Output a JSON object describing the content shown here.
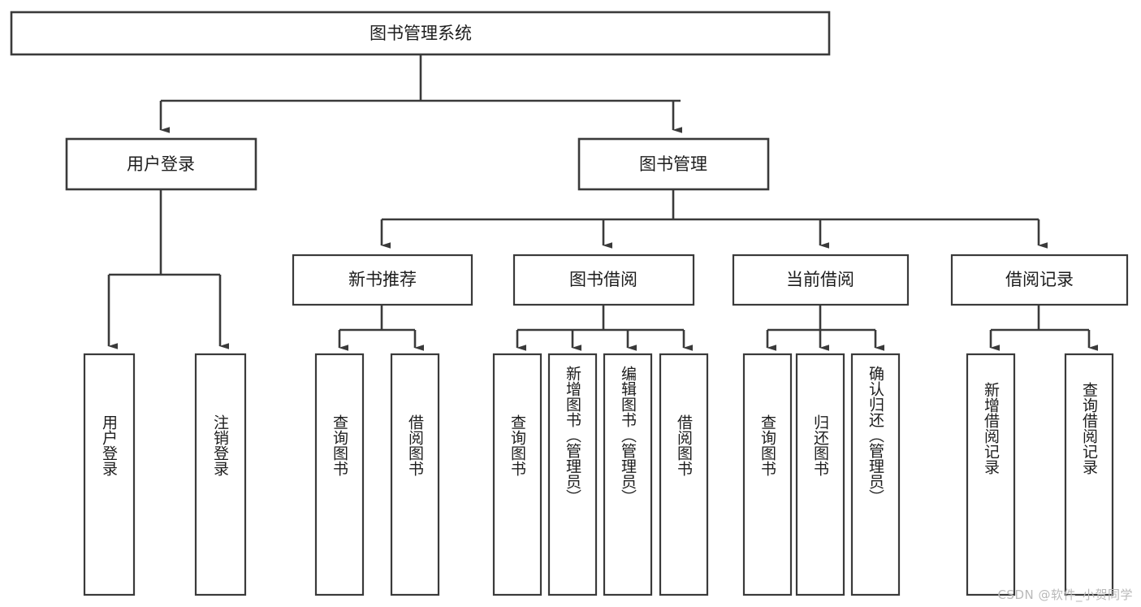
{
  "diagram": {
    "title": "图书管理系统",
    "type": "tree",
    "orientation": "top-down",
    "colors": {
      "box_stroke": "#3a3a3a",
      "box_fill": "#ffffff",
      "text": "#1d1d1d",
      "background": "#ffffff",
      "watermark": "#b9b9b9"
    },
    "root": {
      "label": "图书管理系统"
    },
    "level2": [
      {
        "id": "user-login",
        "label": "用户登录"
      },
      {
        "id": "book-manage",
        "label": "图书管理"
      }
    ],
    "level3": [
      {
        "id": "new-book-rec",
        "label": "新书推荐",
        "parent": "book-manage"
      },
      {
        "id": "book-borrow",
        "label": "图书借阅",
        "parent": "book-manage"
      },
      {
        "id": "current-borrow",
        "label": "当前借阅",
        "parent": "book-manage"
      },
      {
        "id": "borrow-record",
        "label": "借阅记录",
        "parent": "book-manage"
      }
    ],
    "leaves": {
      "user-login": [
        {
          "id": "leaf-user-login",
          "label": "用户登录"
        },
        {
          "id": "leaf-logout",
          "label": "注销登录"
        }
      ],
      "new-book-rec": [
        {
          "id": "leaf-query-book-1",
          "label": "查询图书"
        },
        {
          "id": "leaf-borrow-book-1",
          "label": "借阅图书"
        }
      ],
      "book-borrow": [
        {
          "id": "leaf-query-book-2",
          "label": "查询图书"
        },
        {
          "id": "leaf-add-book",
          "label": "新增图书（管理员）"
        },
        {
          "id": "leaf-edit-book",
          "label": "编辑图书（管理员）"
        },
        {
          "id": "leaf-borrow-book-2",
          "label": "借阅图书"
        }
      ],
      "current-borrow": [
        {
          "id": "leaf-query-book-3",
          "label": "查询图书"
        },
        {
          "id": "leaf-return-book",
          "label": "归还图书"
        },
        {
          "id": "leaf-confirm-return",
          "label": "确认归还（管理员）"
        }
      ],
      "borrow-record": [
        {
          "id": "leaf-add-record",
          "label": "新增借阅记录"
        },
        {
          "id": "leaf-query-record",
          "label": "查询借阅记录"
        }
      ]
    }
  },
  "watermark": {
    "text": "CSDN @软件_小贺同学"
  }
}
